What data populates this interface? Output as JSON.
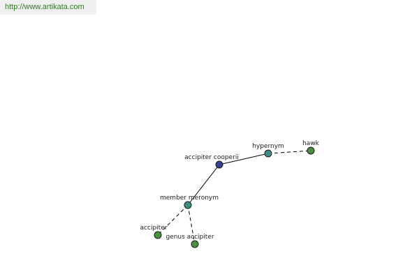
{
  "header": {
    "url": "http://www.artikata.com"
  },
  "graph": {
    "nodes": [
      {
        "id": "accipiter_cooperii",
        "label": "accipiter cooperii",
        "color": "#3a3f8f"
      },
      {
        "id": "hypernym",
        "label": "hypernym",
        "color": "#3d8f85"
      },
      {
        "id": "hawk",
        "label": "hawk",
        "color": "#4c8f3f"
      },
      {
        "id": "member_meronym",
        "label": "member meronym",
        "color": "#3d8f85"
      },
      {
        "id": "accipiter",
        "label": "accipiter",
        "color": "#4c8f3f"
      },
      {
        "id": "genus_accipiter",
        "label": "genus accipiter",
        "color": "#4c8f3f"
      }
    ],
    "edges": [
      {
        "from": "accipiter_cooperii",
        "to": "hypernym",
        "style": "solid"
      },
      {
        "from": "hypernym",
        "to": "hawk",
        "style": "dashed"
      },
      {
        "from": "accipiter_cooperii",
        "to": "member_meronym",
        "style": "solid"
      },
      {
        "from": "member_meronym",
        "to": "accipiter",
        "style": "dashed"
      },
      {
        "from": "member_meronym",
        "to": "genus_accipiter",
        "style": "dashed"
      }
    ]
  }
}
